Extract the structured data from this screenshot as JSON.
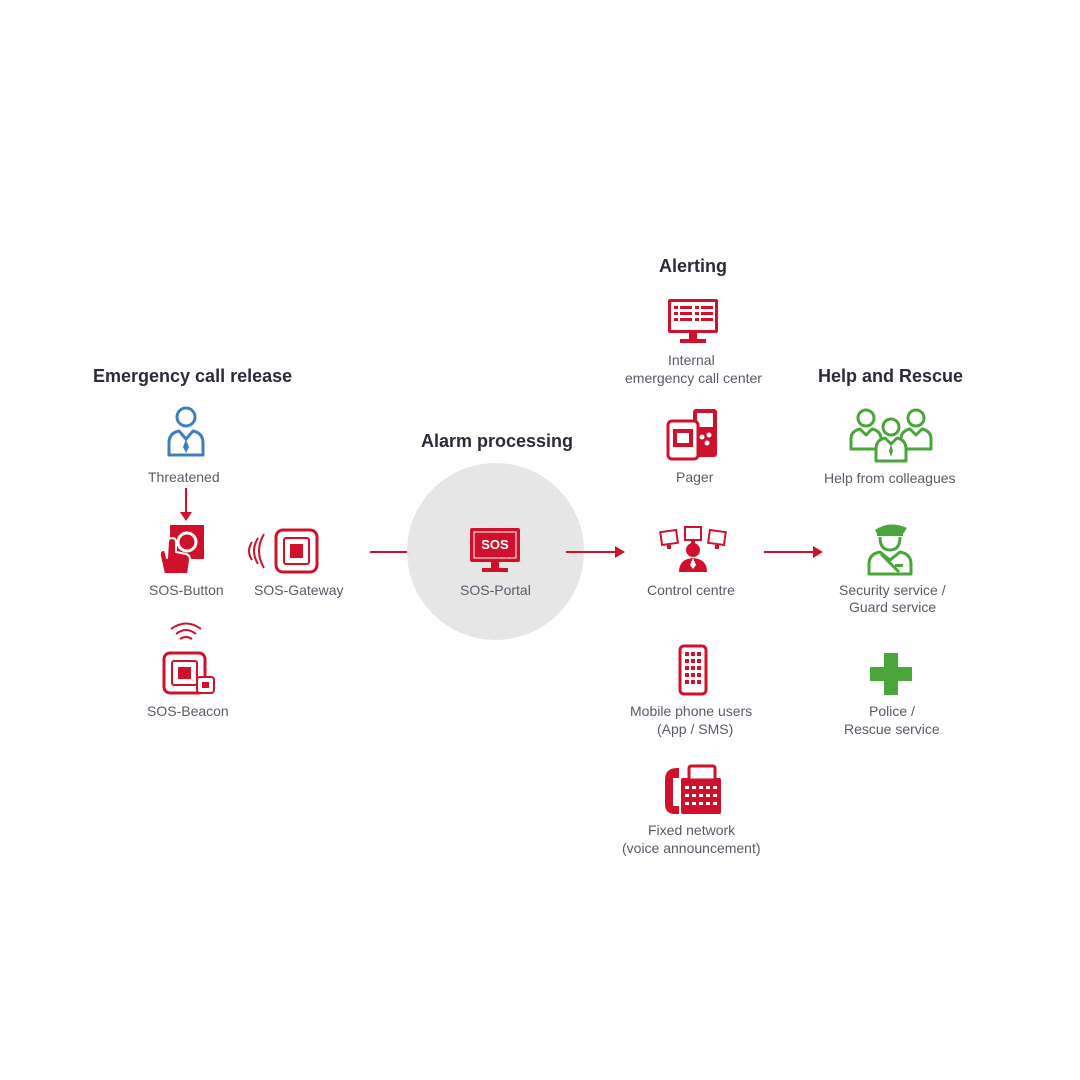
{
  "headings": {
    "release": "Emergency call release",
    "processing": "Alarm processing",
    "alerting": "Alerting",
    "rescue": "Help and Rescue"
  },
  "release": {
    "threatened": "Threatened",
    "sos_button": "SOS-Button",
    "sos_gateway": "SOS-Gateway",
    "sos_beacon": "SOS-Beacon"
  },
  "processing": {
    "portal": "SOS-Portal",
    "screen_text": "SOS"
  },
  "alerting": {
    "internal_line1": "Internal",
    "internal_line2": "emergency call center",
    "pager": "Pager",
    "control": "Control centre",
    "mobile_line1": "Mobile phone users",
    "mobile_line2": "(App / SMS)",
    "fixed_line1": "Fixed network",
    "fixed_line2": "(voice announcement)"
  },
  "rescue": {
    "colleagues": "Help from colleagues",
    "security_line1": "Security service /",
    "security_line2": "Guard service",
    "police_line1": "Police /",
    "police_line2": "Rescue service"
  },
  "colors": {
    "red": "#d0112b",
    "blue": "#3f7fbf",
    "green": "#4aa63a",
    "text": "#5a5a66",
    "heading": "#2b2b3a",
    "circle": "#e6e6e7"
  },
  "icons": [
    "person-icon",
    "sos-button-icon",
    "gateway-icon",
    "beacon-icon",
    "monitor-icon",
    "pager-icon",
    "control-centre-icon",
    "mobile-phone-icon",
    "desk-phone-icon",
    "colleagues-icon",
    "guard-icon",
    "cross-icon"
  ]
}
